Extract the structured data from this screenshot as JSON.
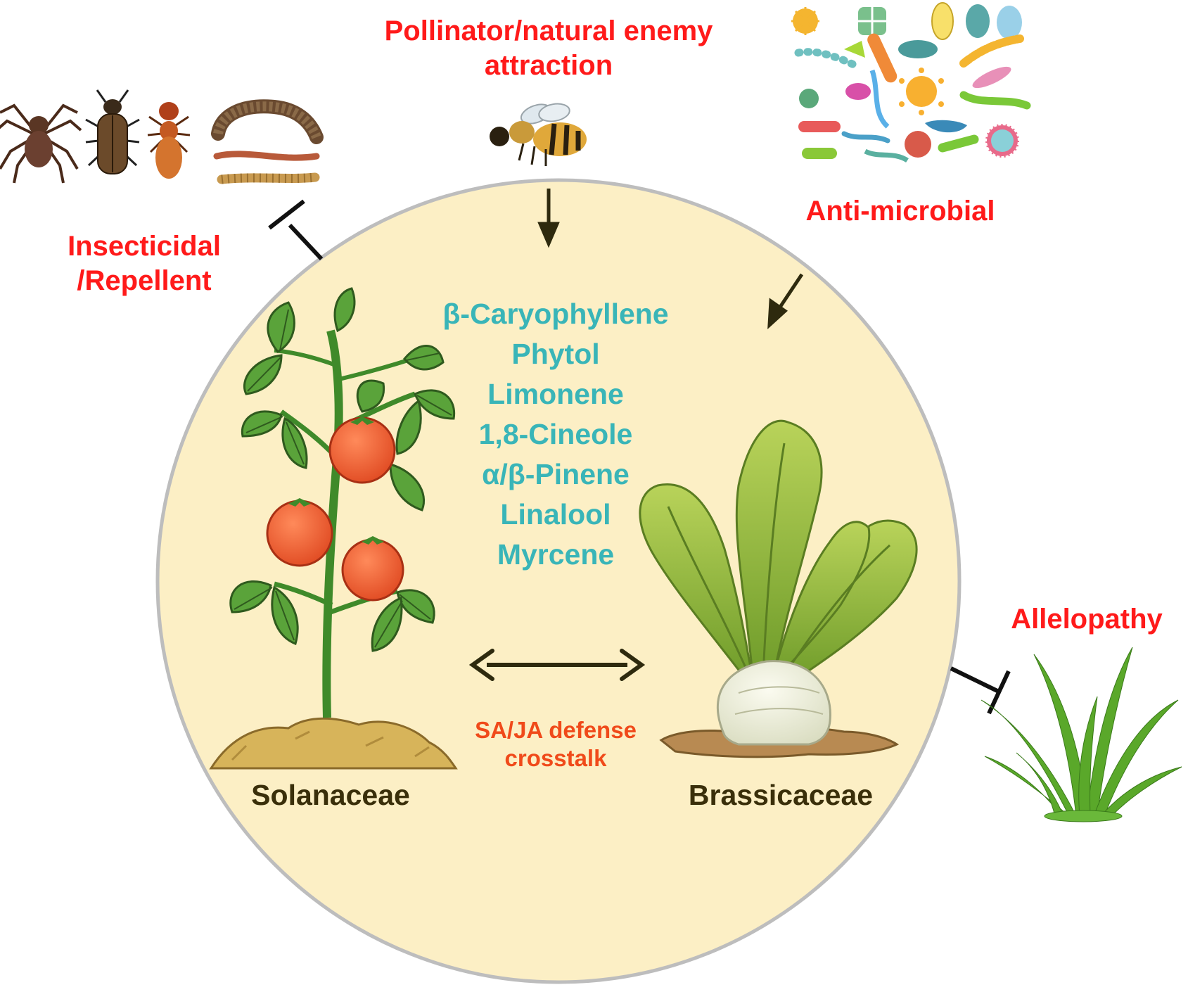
{
  "effects": {
    "pollinator": "Pollinator/natural enemy\nattraction",
    "insecticidal": "Insecticidal\n/Repellent",
    "antimicrobial": "Anti-microbial",
    "allelopathy": "Allelopathy"
  },
  "compounds": [
    "β-Caryophyllene",
    "Phytol",
    "Limonene",
    "1,8-Cineole",
    "α/β-Pinene",
    "Linalool",
    "Myrcene"
  ],
  "families": {
    "left": "Solanaceae",
    "right": "Brassicaceae"
  },
  "crosstalk": "SA/JA defense\ncrosstalk",
  "colors": {
    "effect_red": "#ff1a1a",
    "compound_teal": "#39b5b8",
    "crosstalk_orange": "#f04a1a",
    "circle_fill": "#fcefc5",
    "arrow": "#2e2a0e"
  },
  "icons": [
    "spider-icon",
    "beetle-icon",
    "termite-icon",
    "millipede-icon",
    "worm-icon",
    "larva-icon",
    "bee-icon",
    "microbes-icon",
    "grass-icon",
    "tomato-plant-icon",
    "turnip-icon"
  ]
}
